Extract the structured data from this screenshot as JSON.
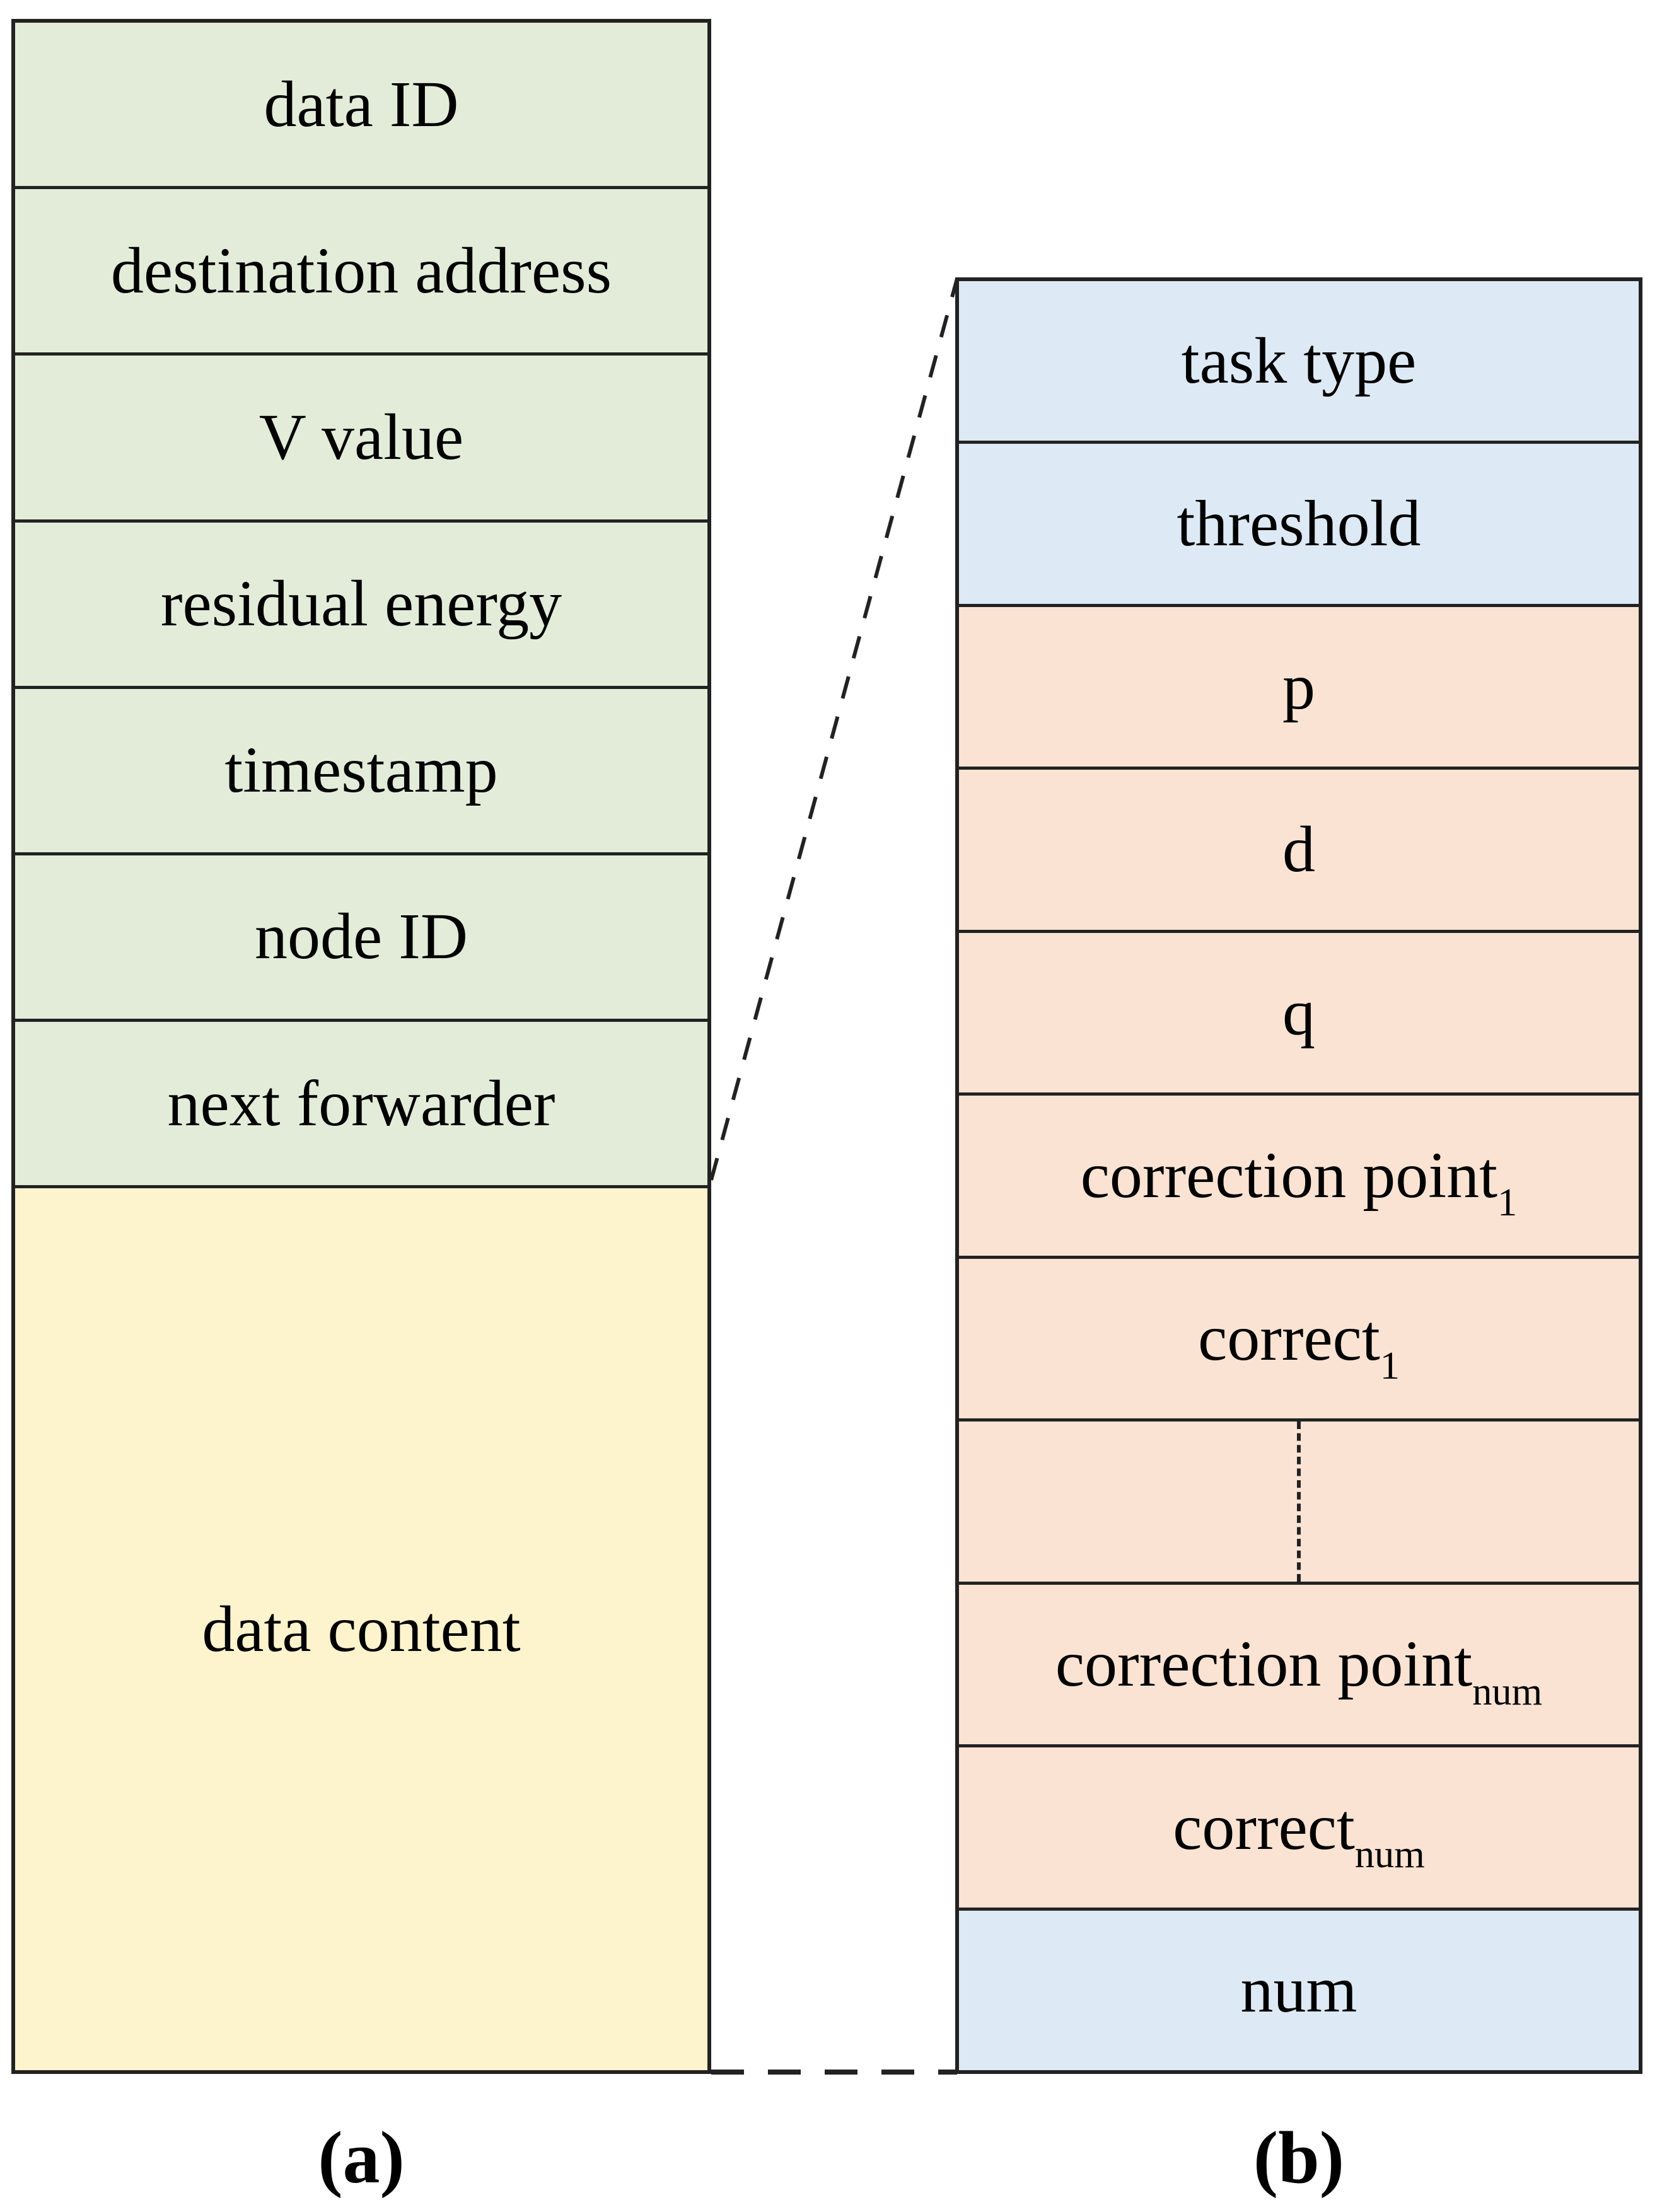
{
  "figure": {
    "caption_a": "(a)",
    "caption_b": "(b)"
  },
  "colors": {
    "green": "#e3ecd9",
    "yellow": "#fdf3cd",
    "blue": "#dde9f4",
    "peach": "#fae3d3",
    "border": "#222222",
    "background": "#ffffff",
    "text": "#000000"
  },
  "packet_table": {
    "rows": [
      {
        "label": "data ID"
      },
      {
        "label": "destination address"
      },
      {
        "label": "V value"
      },
      {
        "label": "residual energy"
      },
      {
        "label": "timestamp"
      },
      {
        "label": "node ID"
      },
      {
        "label": "next forwarder"
      },
      {
        "label": "data content"
      }
    ]
  },
  "detail_table": {
    "rows": [
      {
        "label": "task type",
        "sub": ""
      },
      {
        "label": "threshold",
        "sub": ""
      },
      {
        "label": "p",
        "sub": ""
      },
      {
        "label": "d",
        "sub": ""
      },
      {
        "label": "q",
        "sub": ""
      },
      {
        "label": "correction point",
        "sub": "1"
      },
      {
        "label": "correct",
        "sub": "1"
      },
      {
        "label": "",
        "sub": ""
      },
      {
        "label": "correction point",
        "sub": "num"
      },
      {
        "label": "correct",
        "sub": "num"
      },
      {
        "label": "num",
        "sub": ""
      }
    ]
  }
}
